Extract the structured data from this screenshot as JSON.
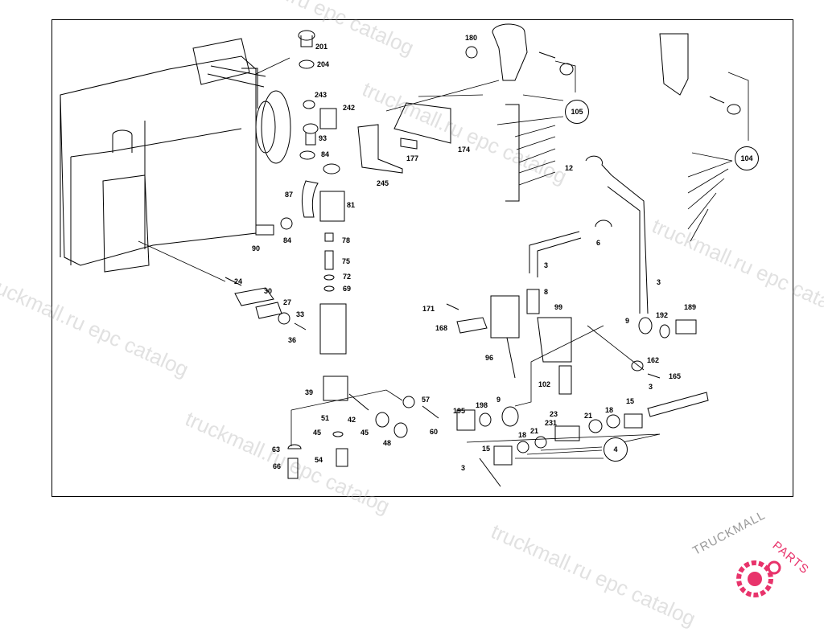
{
  "colors": {
    "line": "#000000",
    "watermark": "#b4b4b4",
    "logo_accent": "#e8336b",
    "logo_text": "#9a9a9a"
  },
  "watermark": {
    "texts": [
      "truckmall.ru epc catalog",
      "truckmall.ru epc catalog",
      "truckmall.ru epc catalog",
      "truckmall.ru epc catalog",
      "truckmall.ru epc catalog",
      "truckmall.ru epc catalog"
    ]
  },
  "logo": {
    "part1": "TRUCKMALL",
    "part2": "PARTS"
  },
  "callouts": [
    {
      "id": "c201",
      "text": "201"
    },
    {
      "id": "c204",
      "text": "204"
    },
    {
      "id": "c243",
      "text": "243"
    },
    {
      "id": "c242",
      "text": "242"
    },
    {
      "id": "c93",
      "text": "93"
    },
    {
      "id": "c84a",
      "text": "84"
    },
    {
      "id": "c87",
      "text": "87"
    },
    {
      "id": "c81",
      "text": "81"
    },
    {
      "id": "c90",
      "text": "90"
    },
    {
      "id": "c84b",
      "text": "84"
    },
    {
      "id": "c78",
      "text": "78"
    },
    {
      "id": "c75",
      "text": "75"
    },
    {
      "id": "c72",
      "text": "72"
    },
    {
      "id": "c69",
      "text": "69"
    },
    {
      "id": "c24",
      "text": "24"
    },
    {
      "id": "c30",
      "text": "30"
    },
    {
      "id": "c27",
      "text": "27"
    },
    {
      "id": "c33",
      "text": "33"
    },
    {
      "id": "c36",
      "text": "36"
    },
    {
      "id": "c39",
      "text": "39"
    },
    {
      "id": "c51",
      "text": "51"
    },
    {
      "id": "c42",
      "text": "42"
    },
    {
      "id": "c45a",
      "text": "45"
    },
    {
      "id": "c45b",
      "text": "45"
    },
    {
      "id": "c48",
      "text": "48"
    },
    {
      "id": "c57",
      "text": "57"
    },
    {
      "id": "c60",
      "text": "60"
    },
    {
      "id": "c63",
      "text": "63"
    },
    {
      "id": "c66",
      "text": "66"
    },
    {
      "id": "c54",
      "text": "54"
    },
    {
      "id": "c180",
      "text": "180"
    },
    {
      "id": "c177",
      "text": "177"
    },
    {
      "id": "c174",
      "text": "174"
    },
    {
      "id": "c245",
      "text": "245"
    },
    {
      "id": "c12",
      "text": "12"
    },
    {
      "id": "c6",
      "text": "6"
    },
    {
      "id": "c3a",
      "text": "3"
    },
    {
      "id": "c3b",
      "text": "3"
    },
    {
      "id": "c8",
      "text": "8"
    },
    {
      "id": "c171",
      "text": "171"
    },
    {
      "id": "c168",
      "text": "168"
    },
    {
      "id": "c96",
      "text": "96"
    },
    {
      "id": "c99",
      "text": "99"
    },
    {
      "id": "c9a",
      "text": "9"
    },
    {
      "id": "c192",
      "text": "192"
    },
    {
      "id": "c189",
      "text": "189"
    },
    {
      "id": "c162",
      "text": "162"
    },
    {
      "id": "c165",
      "text": "165"
    },
    {
      "id": "c102",
      "text": "102"
    },
    {
      "id": "c195",
      "text": "195"
    },
    {
      "id": "c198",
      "text": "198"
    },
    {
      "id": "c9b",
      "text": "9"
    },
    {
      "id": "c23",
      "text": "23"
    },
    {
      "id": "c231",
      "text": "231"
    },
    {
      "id": "c21a",
      "text": "21"
    },
    {
      "id": "c18a",
      "text": "18"
    },
    {
      "id": "c15a",
      "text": "15"
    },
    {
      "id": "c3c",
      "text": "3"
    },
    {
      "id": "c15b",
      "text": "15"
    },
    {
      "id": "c18b",
      "text": "18"
    },
    {
      "id": "c21b",
      "text": "21"
    },
    {
      "id": "c3d",
      "text": "3"
    }
  ],
  "bubbles": [
    {
      "id": "b105",
      "text": "105"
    },
    {
      "id": "b104",
      "text": "104"
    },
    {
      "id": "b4",
      "text": "4"
    }
  ]
}
